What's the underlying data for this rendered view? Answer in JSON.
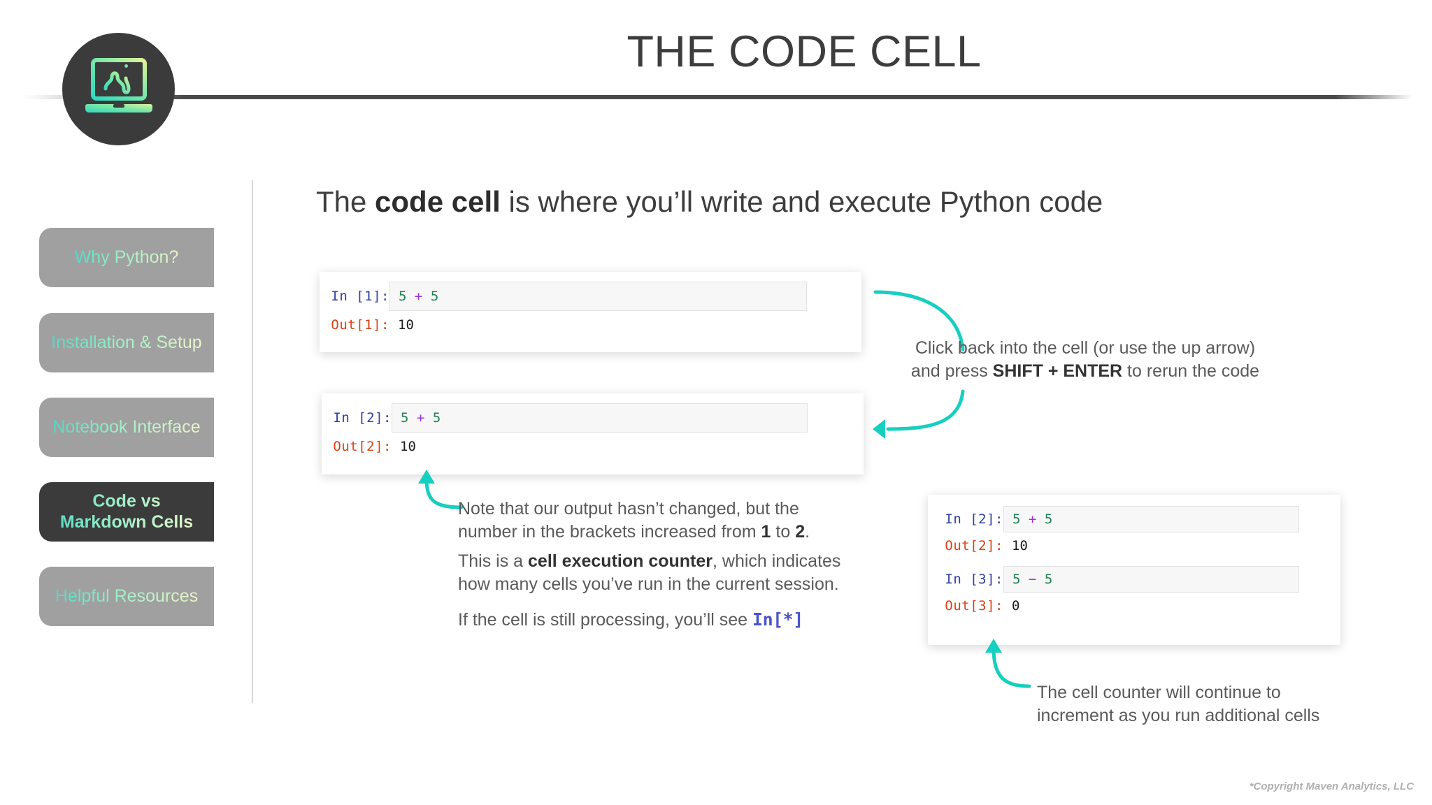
{
  "header": {
    "title": "THE CODE CELL",
    "logo_icon": "laptop-python-snake-icon"
  },
  "sidebar": {
    "items": [
      {
        "label": "Why Python?",
        "active": false
      },
      {
        "label": "Installation & Setup",
        "active": false
      },
      {
        "label": "Notebook Interface",
        "active": false
      },
      {
        "label": "Code vs Markdown Cells",
        "active": true
      },
      {
        "label": "Helpful Resources",
        "active": false
      }
    ]
  },
  "main": {
    "heading_pre": "The ",
    "heading_bold": "code cell",
    "heading_post": " is where you’ll write and execute Python code"
  },
  "notebook_blocks": [
    {
      "id": "block1",
      "rows": [
        {
          "type": "in",
          "prompt": "In [1]:",
          "code_left": "5",
          "code_op": "+",
          "code_right": "5"
        },
        {
          "type": "out",
          "prompt": "Out[1]:",
          "value": "10"
        }
      ]
    },
    {
      "id": "block2",
      "rows": [
        {
          "type": "in",
          "prompt": "In [2]:",
          "code_left": "5",
          "code_op": "+",
          "code_right": "5"
        },
        {
          "type": "out",
          "prompt": "Out[2]:",
          "value": "10"
        }
      ]
    },
    {
      "id": "block3",
      "rows": [
        {
          "type": "in",
          "prompt": "In [2]:",
          "code_left": "5",
          "code_op": "+",
          "code_right": "5"
        },
        {
          "type": "out",
          "prompt": "Out[2]:",
          "value": "10"
        },
        {
          "type": "in",
          "prompt": "In [3]:",
          "code_left": "5",
          "code_op": "−",
          "code_right": "5"
        },
        {
          "type": "out",
          "prompt": "Out[3]:",
          "value": "0"
        }
      ]
    }
  ],
  "annotations": {
    "shift_enter": {
      "line1": "Click back into the cell (or use the up arrow)",
      "line2_pre": "and press ",
      "line2_bold": "SHIFT + ENTER",
      "line2_post": " to rerun the code"
    },
    "note": {
      "pre": "Note that our output hasn’t changed, but the number in the brackets increased from ",
      "bold1": "1",
      "mid": " to ",
      "bold2": "2",
      "post": "."
    },
    "counter": {
      "pre": "This is a ",
      "bold": "cell execution counter",
      "post": ", which indicates how many cells you’ve run in the current session."
    },
    "star": {
      "pre": "If the cell is still processing, you’ll see ",
      "code": "In[*]"
    },
    "increment": "The cell counter will continue to increment as you run additional cells"
  },
  "footer": {
    "copyright": "*Copyright Maven Analytics, LLC"
  },
  "colors": {
    "accent_teal": "#16cfc0",
    "dark": "#3b3b3b",
    "nav_gray": "#a0a0a0",
    "prompt_in": "#303f9f",
    "prompt_out": "#d84315",
    "code_number": "#208050",
    "code_operator": "#9b30d9"
  }
}
